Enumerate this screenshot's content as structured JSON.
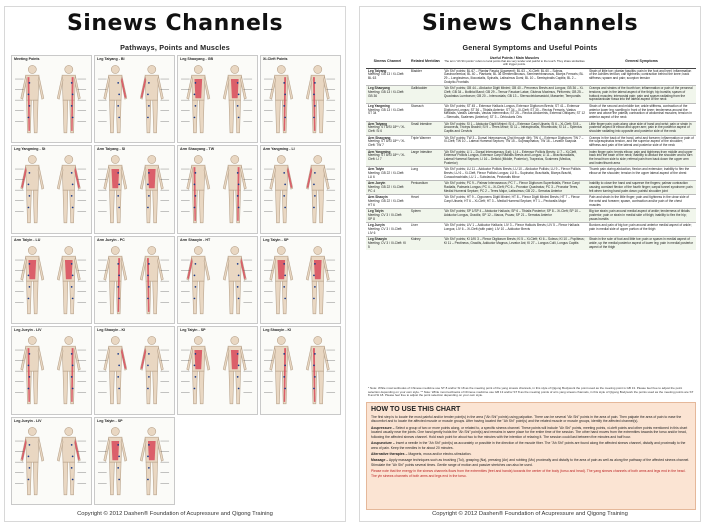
{
  "left": {
    "title": "Sinews Channels",
    "subtitle_main": "Pathways, Points and Muscles",
    "copyright": "Copyright © 2012 Dashen® Foundation of Acupressure and Qigong Training",
    "panels": [
      {
        "title": "Meeting Points"
      },
      {
        "title": "Leg Taiyang - BI"
      },
      {
        "title": "Leg Shaoyang - GB"
      },
      {
        "title": "Xi-Cleft Points"
      },
      {
        "title": "Leg Yangming - St"
      },
      {
        "title": "Arm Taiyang - SI"
      },
      {
        "title": "Arm Shaoyang - TW"
      },
      {
        "title": "Arm Yangming - LI"
      },
      {
        "title": "Arm Taiyin - LU"
      },
      {
        "title": "Arm Jueyin - PC"
      },
      {
        "title": "Arm Shaoyin - HT"
      },
      {
        "title": "Leg Taiyin - SP"
      },
      {
        "title": "Leg Jueyin - LIV"
      },
      {
        "title": "Leg Shaoyin - KI"
      },
      {
        "title": "Leg Taiyin - SP"
      },
      {
        "title": "Leg Shaoyin - KI"
      },
      {
        "title": "Leg Jueyin - LIV"
      },
      {
        "title": "Leg Taiyin - SP"
      }
    ]
  },
  "right": {
    "title": "Sinews Channels",
    "subtitle": "General Symptoms and Useful Points",
    "headers": [
      "Sinews Channel",
      "Related Meridian",
      "Useful Points / Main Muscles",
      "General Symptoms"
    ],
    "header_note": "The term \"Ah Shi points\" refers to local points that are very tender and painful to the touch. They share similarities with trigger points.",
    "rows": [
      {
        "channel": "Leg Taiyang",
        "sub": "Meeting: GB 13 / Xi-Cleft: BL 63",
        "meridian": "Bladder",
        "points": "\"Ah Shi\" points; BL 67 – Plantar Fascia (Ligament); BL 63 – Xi-Cleft; BL 60 – Soleus, Gastrocnemius; BL 40 – Plantaris; BL 36 Semitendinosus, Semimembranosus, Biceps Femoris; BL 29 – Longissimus, Iliocostalis, Spinalis, Latissimus Dorsi; BL 10 – Semispinalis Capitis; BL 2 – Occipito-Frontalis",
        "symptoms": "Strain of little toe; plantar fasciitis; pain in the foot and heel; inflammation of the Achilles tendon; calf tightness; contraction behind the knee; back stiffness; spasm and pain; scorpion tension"
      },
      {
        "channel": "Leg Shaoyang",
        "sub": "Meeting: GB 13 / Xi-Cleft: GB 36",
        "meridian": "Gallbladder",
        "points": "\"Ah Shi\" points; GB 44 – Abductor Digiti Minimi; GB 40 – Peroneus Brevis and Longus; GB 36 – Xi-Cleft; GB 34 – Iliotibial Band; GB 29 – Tensor Fasciae Latae, Gluteus Maximus, Piriformis; GB 25 – Quadratus Lumborum; GB 20 – Intercostals; GB 13 – Sternocleidomastoid, Masseter, Temporalis",
        "symptoms": "Cramps and strains of the fourth toe; inflammation or pain of the peroneal tendons; pain in the lateral aspect of the thigh; hip bursitis; spasm of buttock muscles; intercostal pain; pain and spasm radiating from the supraclavicular fossa into the lateral aspect of the neck"
      },
      {
        "channel": "Leg Yangming",
        "sub": "Meeting: GB 13 / Xi-Cleft: ST 34",
        "meridian": "Stomach",
        "points": "\"Ah Shi\" points; ST 45 – Extensor Hallucis Longus, Extensor Digitorum Brevis; ST 41 – Extensor Digitorum Longus; ST 36 – Tibialis Anterior; ST 34 – Xi-Cleft; ST 30 – Rectus Femoris, Vastus Medialis, Vastus Lateralis, Vastus Intermedius; ST 25 – Rectus Abdominis, External Obliques; ST 12 – Sternalis, Scalenes (Anterior); ST 3 – Orbicularis Oris",
        "symptoms": "Strain of the second and middle toe; ankle stiffness, contraction of the anterior lower leg; swelling in front of the knee; tenderness around the knee and above the patella; contraction of abdominal muscles; tension in anterior aspect of the neck"
      },
      {
        "channel": "Arm Taiyang",
        "sub": "Meeting: ST 8/SI 18** / Xi-Cleft: SI 6",
        "meridian": "Small Intestine",
        "points": "\"Ah Shi\" points; SI 1 – Abductor Digiti Minimi; SI 4 – Extensor Carpi Ulnaris; SI 6 – Xi-Cleft; SI 8 – Anconeus, Triceps Brachii; SI 9 – Teres Minor; SI 11 – Infraspinatus, Rhomboids; SI 14 – Splenius Capitis and Cervicis",
        "symptoms": "Little finger pain; pain along ulnar side of hand and wrist; pain or strain in posterior aspect of elbow and upper arm; pain in the posterior aspect of shoulder radiating into opposite and posterior side of the neck"
      },
      {
        "channel": "Arm Shaoyang",
        "sub": "Meeting: ST 8/SI 18** / Xi-Cleft: TW 7",
        "meridian": "Triple Warmer",
        "points": "\"Ah Shi\" points; TW 3 – Dorsal Interosseous (2nd through 4th); TW 4 – Extensor Digitorum; TW 7 – Xi-Cleft; TW 10 – Lateral Humeral Septum; TW 15 – Supraspinatus; TW 16 – Levator Scapula",
        "symptoms": "Cramps in the back of the hand, wrist and forearm; inflammation or pain of the supraspinatus tendon, and the superior aspect of the shoulder; stiffness and pain of the lateral and posterior side of the neck"
      },
      {
        "channel": "Arm Yangming",
        "sub": "Meeting: ST 8/SI 18** / Xi-Cleft: LI 7",
        "meridian": "Large Intestine",
        "points": "\"Ah Shi\" points; LI 1 – Dorsal Interosseous (1st); LI 4 – Extensor Pollicis Brevis; LI 7 – Xi-Cleft, Extensor Pollicis Longus, Extensor Carpi Radialis Brevis and Longus; LI 11 – Brachioradialis, Lateral Humeral Septum; LI 16 – Deltoid (Middle, Posterior), Trapezius, Scalenes (Medius, Posterior)",
        "symptoms": "Index finger pain; tennis elbow; pain and tightness from middle and upper back into the base of the neck; inability to abduct the shoulder and to turn the head from side to side; referral pain from back down the upper arm and index/thumb area"
      },
      {
        "channel": "Arm Taiyin",
        "sub": "Meeting: GB 22 / Xi-Cleft: LU 6",
        "meridian": "Lung",
        "points": "\"Ah Shi\" points; LU 11 – Adductor Pollicis Brevis; LU 10 – Abductor Pollicis; LU 9 – Flexor Pollicis Brevis; LU 6 – Xi-Cleft, Flexor Pollicis Longus; LU 5 – Supinator, Brachialis, Biceps Brachii, Coracobrachialis; LU 1 – Subclavius, Pectoralis Minor",
        "symptoms": "Thumb pain during abduction, flexion and extension; inability to flex the elbow at the shoulder; tension in the upper lateral aspect of the chest"
      },
      {
        "channel": "Arm Jueyin",
        "sub": "Meeting: GB 22 / Xi-Cleft: PC 4",
        "meridian": "Pericardium",
        "points": "\"Ah Shi\" points; PC 9 – Palmar Interosseous; PC 7 – Flexor Digitorum Superficialis, Flexor Carpi Radialis, Palmaris Longus; PC 4 – Xi-Cleft; PC 6 – Pronator Quadratus; PC 3 – Pronator Teres, Medial Humeral Septum; PC 2 – Teres Major, Latissimus; GB 22 – Serratus Anterior",
        "symptoms": "Inability to close the hand and squeeze the fingers; palmar contraction causing constant flexion of the fourth finger; carpal tunnel syndrome; pain felt when turning hand palm down; painful shoulder joint"
      },
      {
        "channel": "Arm Shaoyin",
        "sub": "Meeting: GB 22 / Xi-Cleft: HT 6",
        "meridian": "Heart",
        "points": "\"Ah Shi\" points; HT 9 – Opponens Digiti Minimi; HT 8 – Flexor Digiti Minimi Brevis; HT 7 – Flexor Carpi Ulnaris; HT 6 – Xi-Cleft; HT 3 – Medial Humeral Septum; HT 1 – Pectoralis Major",
        "symptoms": "Pain and strain in the little finger; pain and tightness in the ulnar side of the wrist and forearm; spasm, contraction and/or pain of the chest muscles"
      },
      {
        "channel": "Leg Taiyin",
        "sub": "Meeting: CV 3 / Xi-Cleft: SP 8",
        "meridian": "Spleen",
        "points": "\"Ah Shi\" points; SP 1/SP 4 – Abductor Hallucis; SP 6 – Tibialis Posterior; SP 8 – Xi-Cleft; SP 10 – Adductor Longus, Gracilis; SP 12 – Iliacus, Psoas; SP 21 – Serratus Anterior",
        "symptoms": "Big toe strain; pain around medial aspect of ankle; tenderness of tibialis posterior; pain or strain in medial side of thigh; inability to flex the hip; psoas bursitis"
      },
      {
        "channel": "Leg Jueyin",
        "sub": "Meeting: CV 3 / Xi-Cleft: LIV 6",
        "meridian": "Liver",
        "points": "\"Ah Shi\" points; LIV 1 – Adductor Hallucis; LIV 3 – Flexor Hallucis Brevis; LIV 5 – Flexor Hallucis Longus; LIV 6 – Xi-Cleft (with pain); LIV 10 – Adductor Brevis",
        "symptoms": "Bunions and pain of big toe; pain around anterior medial aspect of ankle; pain in medial side of upper portion of the thigh"
      },
      {
        "channel": "Leg Shaoyin",
        "sub": "Meeting: CV 3 / Xi-Cleft: KI 5",
        "meridian": "Kidney",
        "points": "\"Ah Shi\" points; KI 1/KI 3 – Flexor Digitorum Brevis; KI 5 – Xi-Cleft; KI 6 – Soleus; KI 10 – Popliteus; KI 11 – Pectineus, Gracilis, Adductor Magnus, Levator Ani; KI 27 – Longus Colli, Longus Capitis",
        "symptoms": "Strain in the sole of foot and little toe; pain or spasm in medial aspect of ankle, up the medial posterior aspect of lower leg; pain in medial posterior aspect of the thigh"
      }
    ],
    "notes": "* Note: While most textbooks of Chinese medicine use ST 8 and/or SI 18 as the meeting point of the yang sinews channels, in this style of Qigong Bodywork the point used as the meeting point is GB 13. Please feel free to adjust the point selection depending on your own style. ** Note: While most textbooks of Chinese medicine use GB 13 and/or ST 8 as the meeting points of arm yang sinews channels, in this style of Qigong Bodywork the points used as the meeting points are ST 8 and SI 18. Please feel free to adjust the point selection depending on your own style.",
    "howto": {
      "title": "HOW TO USE THIS CHART",
      "p1": "The first step is to locate the most painful and/or tender point(s) in the area (\"Ah Shi\" points) using palpation. There can be several \"Ah Shi\" points in the area of pain. Then palpate the area of pain to ease the discomfort and to locate the affected muscle or muscle groups. After having located the \"Ah Shi\" point(s) and the related muscle or muscle groups, identify the affected channel(s).",
      "p2_lead": "Acupressure –",
      "p2": "Select a group of two or more points along, or related to, a specific sinews channel. These points will include \"Ah Shi\" points, meeting points, xi-cleft points and other points mentioned in this chart located usually near the joints. One hand gently holds the \"Ah Shi\" point(s) and remains in same place for the entire time of the session. The other hand moves from the extremities towards the torso and/or head, following the affected sinews channel. Hold each point for about two to five minutes with the intention of relaxing it. The session could last between five minutes and half hour.",
      "p3_lead": "Acupuncture –",
      "p3": "Insert a needle in the \"Ah Shi\" point(s) as accurately or possible in the direction of the muscle fiber. The \"Ah Shi\" points are found along the affected sinews channel, distally and proximally to the area of pain. Keep the needles in for about 20 minutes.",
      "p4_lead": "Alternative therapies –",
      "p4": "Magnets, moxa and/or electro-stimulation.",
      "p5_lead": "Massage –",
      "p5": "Apply massage techniques such as brushing (Tui), grasping (Na), pressing (An) and rubbing (Mo) proximally and distally to the area of pain as well as along the pathway of the affected sinews channel. Stimulate the \"Ah Shi\" points several times. Gentle range of motion and passive stretches can also be used.",
      "p6": "Please note that the energy in the sinews channels flows from the extremities (feet and hands) towards the center of the body (torso and head). The yang sinews channels of both arms and legs end in the head. The yin sinews channels of both arms and legs end in the torso."
    },
    "copyright": "Copyright © 2012 Dashen® Foundation of Acupressure and Qigong Training"
  },
  "colors": {
    "muscle": "#d84a5b",
    "howto_bg": "#fbe4d3",
    "row_alt": "#f1f6ec"
  }
}
